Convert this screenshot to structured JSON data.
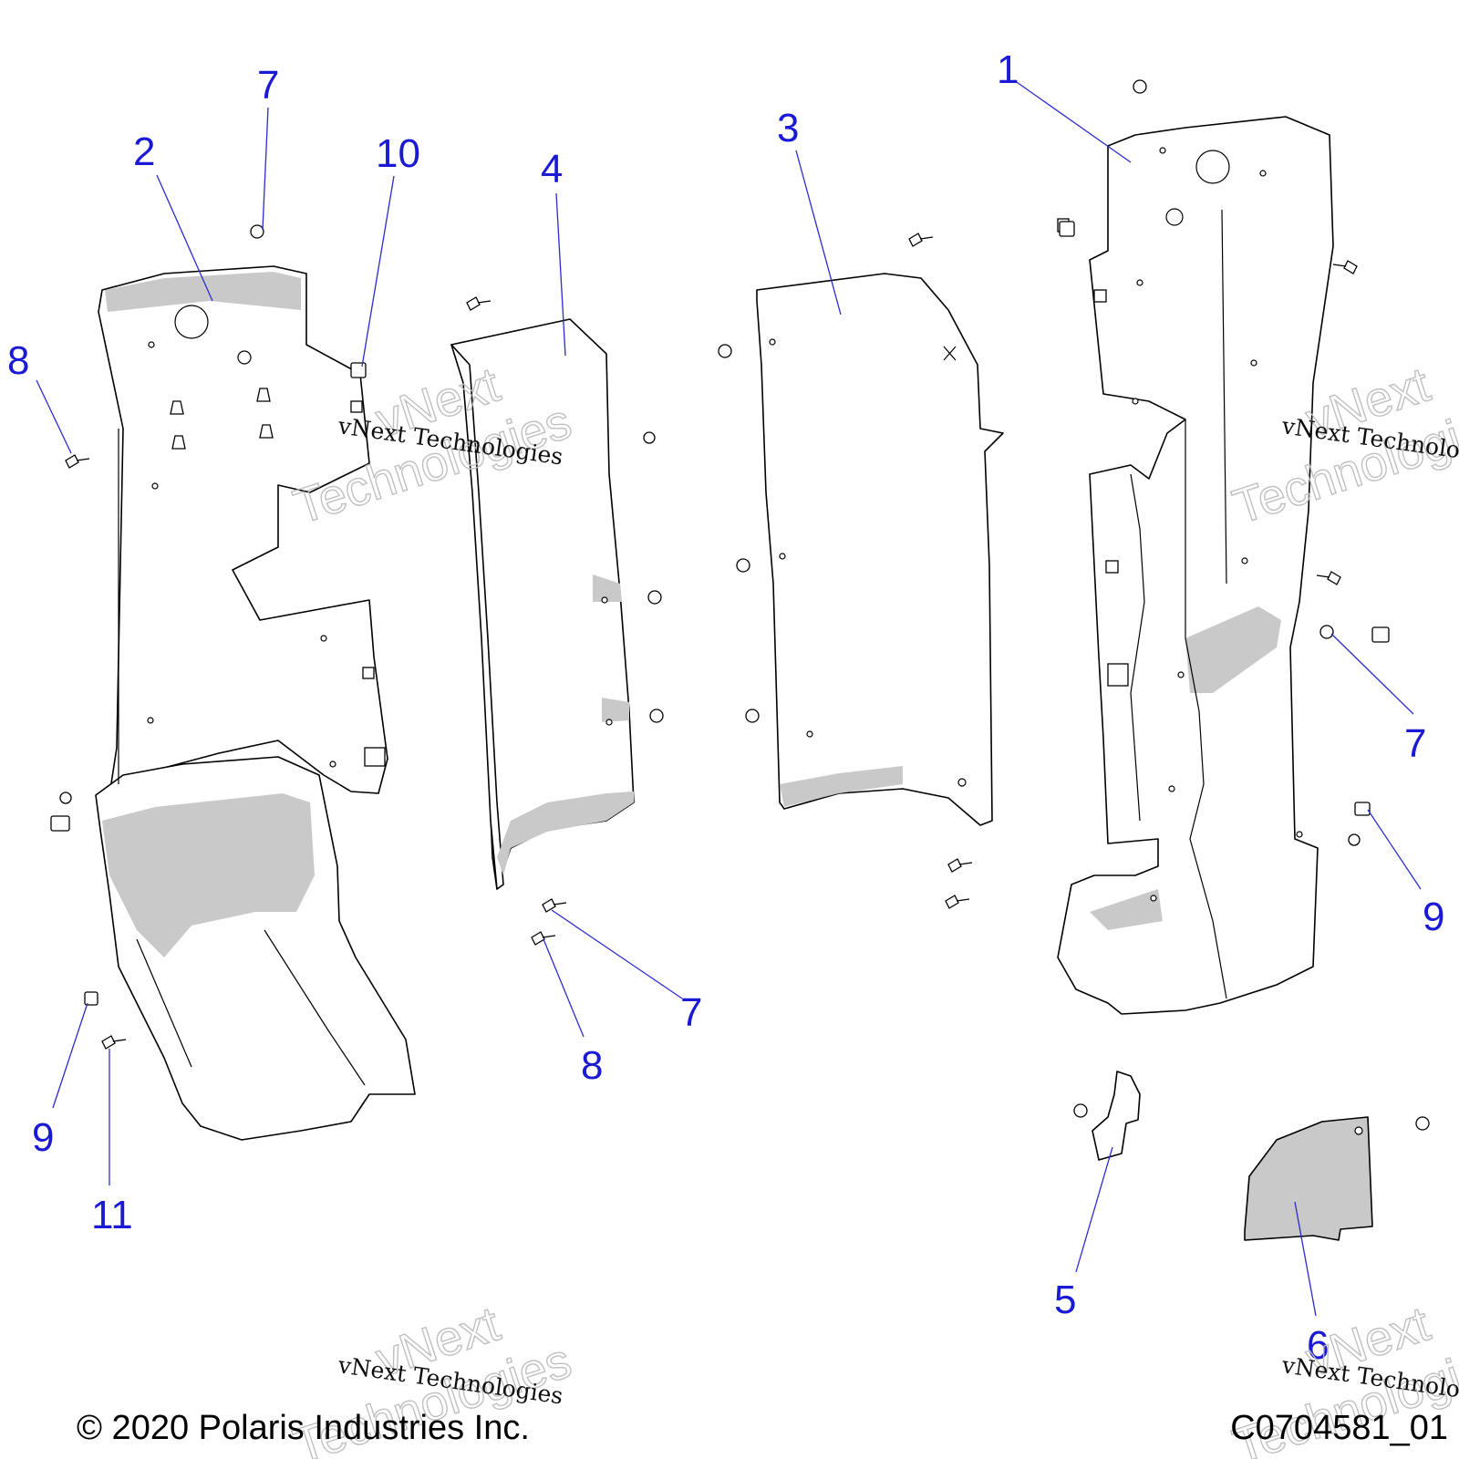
{
  "callouts": [
    {
      "label": "1"
    },
    {
      "label": "2"
    },
    {
      "label": "3"
    },
    {
      "label": "4"
    },
    {
      "label": "5"
    },
    {
      "label": "6"
    },
    {
      "label": "7"
    },
    {
      "label": "7"
    },
    {
      "label": "7"
    },
    {
      "label": "8"
    },
    {
      "label": "8"
    },
    {
      "label": "9"
    },
    {
      "label": "9"
    },
    {
      "label": "10"
    },
    {
      "label": "11"
    }
  ],
  "footer": {
    "copyright": "© 2020 Polaris Industries Inc.",
    "drawing_number": "C0704581_01"
  },
  "watermark": {
    "line1": "vNext Technologies",
    "big1": "vNext",
    "big2": "Technologies"
  },
  "colors": {
    "callout": "#1a1ad6",
    "leader": "#2b2bd0",
    "shading": "#c9c9c9"
  }
}
